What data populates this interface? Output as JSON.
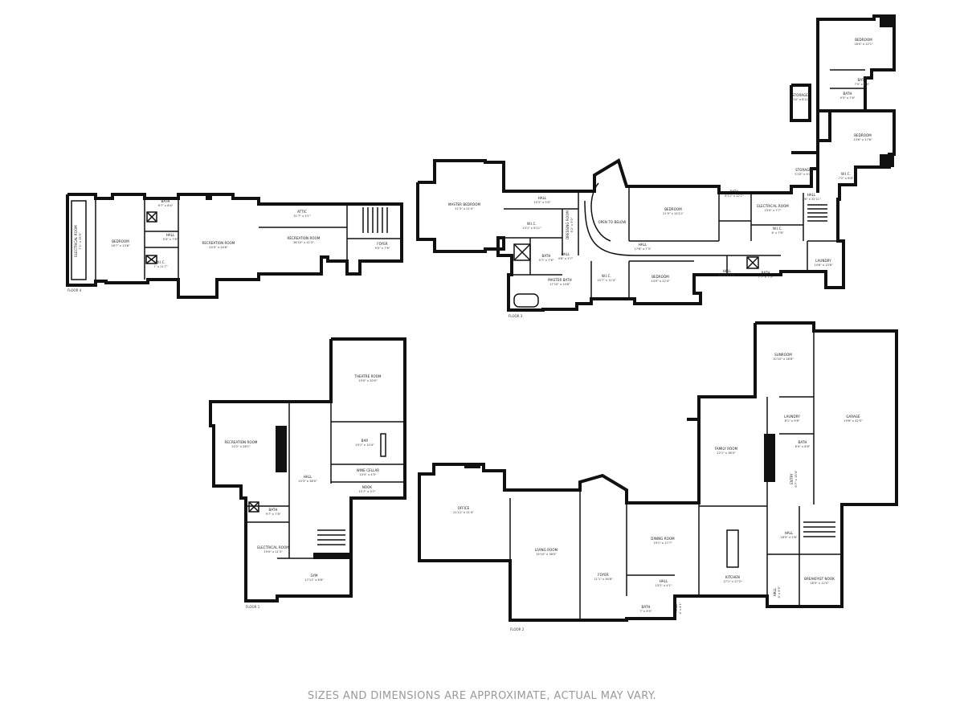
{
  "disclaimer": "SIZES AND DIMENSIONS ARE APPROXIMATE, ACTUAL MAY VARY.",
  "floors": {
    "floor4": {
      "label": "FLOOR 4",
      "rooms": [
        {
          "name": "ELECTRICAL ROOM",
          "dim": "7'1\" x 35'5\""
        },
        {
          "name": "BEDROOM",
          "dim": "16'7\" x 13'6\""
        },
        {
          "name": "BATH",
          "dim": "9'7\" x 8'4\""
        },
        {
          "name": "HALL",
          "dim": "5'4\" x 7'6\""
        },
        {
          "name": "W.I.C.",
          "dim": "7' x 11'7\""
        },
        {
          "name": "RECREATION ROOM",
          "dim": "20'0\" x 24'6\""
        },
        {
          "name": "ATTIC",
          "dim": "31'7\" x 5'1\""
        },
        {
          "name": "RECREATION ROOM",
          "dim": "36'10\" x 11'3\""
        },
        {
          "name": "FOYER",
          "dim": "9'0\" x 7'6\""
        }
      ]
    },
    "floor3": {
      "label": "FLOOR 3",
      "rooms": [
        {
          "name": "MASTER BEDROOM",
          "dim": "21'3\" x 21'4\""
        },
        {
          "name": "HALL",
          "dim": "15'2\" x 5'0\""
        },
        {
          "name": "W.I.C.",
          "dim": "13'1\" x 6'11\""
        },
        {
          "name": "DRESSING ROOM",
          "dim": "6'2\" x 9'0\""
        },
        {
          "name": "BATH",
          "dim": "5'7\" x 7'6\""
        },
        {
          "name": "HALL",
          "dim": "4'8\" x 3'7\""
        },
        {
          "name": "MASTER BATH",
          "dim": "17'10\" x 14'6\""
        },
        {
          "name": "W.I.C.",
          "dim": "10'7\" x 11'4\""
        },
        {
          "name": "OPEN TO BELOW",
          "dim": ""
        },
        {
          "name": "HALL",
          "dim": "17'6\" x 7'3\""
        },
        {
          "name": "BEDROOM",
          "dim": "21'9\" x 15'11\""
        },
        {
          "name": "BATH",
          "dim": "8'11\" x 12'1\""
        },
        {
          "name": "BEDROOM",
          "dim": "14'9\" x 12'4\""
        },
        {
          "name": "HALL",
          "dim": "15'1\" x 4'4\""
        },
        {
          "name": "BATH",
          "dim": "7'7\" x 7'3\""
        },
        {
          "name": "ELECTRICAL ROOM",
          "dim": "15'0\" x 7'7\""
        },
        {
          "name": "W.I.C.",
          "dim": "6' x 7'8\""
        },
        {
          "name": "LAUNDRY",
          "dim": "14'6\" x 13'6\""
        },
        {
          "name": "HALL",
          "dim": "7'8\" x 32'11\""
        },
        {
          "name": "STORAGE",
          "dim": "5'10\" x 9'4\""
        },
        {
          "name": "STORAGE",
          "dim": "7'10\" x 8'11\""
        },
        {
          "name": "W.I.C.",
          "dim": "7'2\" x 6'8\""
        },
        {
          "name": "BEDROOM",
          "dim": "13'6\" x 17'6\""
        },
        {
          "name": "BATH",
          "dim": "9'3\" x 7'6\""
        },
        {
          "name": "BATH",
          "dim": "7'5\" x 8'4\""
        },
        {
          "name": "BEDROOM",
          "dim": "18'0\" x 12'1\""
        }
      ]
    },
    "floor1": {
      "label": "FLOOR 1",
      "rooms": [
        {
          "name": "THEATRE ROOM",
          "dim": "19'0\" x 20'0\""
        },
        {
          "name": "RECREATION ROOM",
          "dim": "20'2\" x 26'1\""
        },
        {
          "name": "BAR",
          "dim": "19'1\" x 10'4\""
        },
        {
          "name": "WINE CELLAR",
          "dim": "10'0\" x 4'5\""
        },
        {
          "name": "NOOK",
          "dim": "15'7\" x 3'7\""
        },
        {
          "name": "HALL",
          "dim": "10'3\" x 38'0\""
        },
        {
          "name": "BATH",
          "dim": "9'7\" x 7'8\""
        },
        {
          "name": "ELECTRICAL ROOM",
          "dim": "19'0\" x 11'3\""
        },
        {
          "name": "GYM",
          "dim": "17'11\" x 8'6\""
        }
      ]
    },
    "floor2": {
      "label": "FLOOR 2",
      "rooms": [
        {
          "name": "OFFICE",
          "dim": "21'11\" x 21'4\""
        },
        {
          "name": "LIVING ROOM",
          "dim": "19'10\" x 36'0\""
        },
        {
          "name": "FOYER",
          "dim": "11'1\" x 34'8\""
        },
        {
          "name": "DINING ROOM",
          "dim": "19'1\" x 17'7\""
        },
        {
          "name": "HALL",
          "dim": "13'2\" x 4'1\""
        },
        {
          "name": "BATH",
          "dim": "7' x 9'5\""
        },
        {
          "name": "HALL",
          "dim": "4' x 4'1\""
        },
        {
          "name": "KITCHEN",
          "dim": "17'1\" x 27'2\""
        },
        {
          "name": "FAMILY ROOM",
          "dim": "22'1\" x 36'4\""
        },
        {
          "name": "SUNROOM",
          "dim": "10'10\" x 18'6\""
        },
        {
          "name": "LAUNDRY",
          "dim": "8'1\" x 9'8\""
        },
        {
          "name": "BATH",
          "dim": "8'4\" x 8'8\""
        },
        {
          "name": "ENTRY",
          "dim": "8'7\" x 15'4\""
        },
        {
          "name": "GARAGE",
          "dim": "19'6\" x 42'5\""
        },
        {
          "name": "HALL",
          "dim": "18'9\" x 5'8\""
        },
        {
          "name": "HALL",
          "dim": "4' x 5'5\""
        },
        {
          "name": "BREAKFAST NOOK",
          "dim": "18'0\" x 12'0\""
        }
      ]
    }
  }
}
